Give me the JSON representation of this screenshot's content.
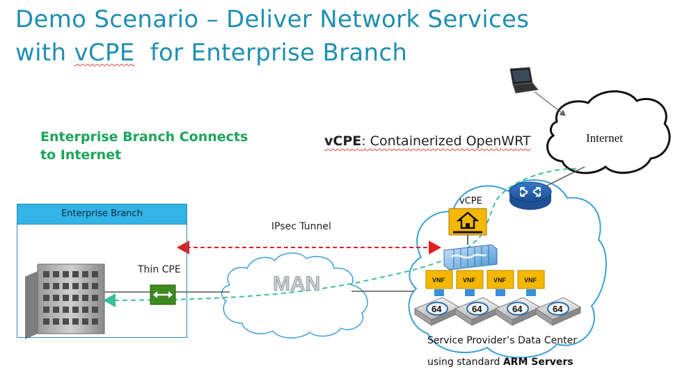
{
  "slide": {
    "title_line1": "Demo Scenario – Deliver Network Services",
    "title_line2_prefix": "with ",
    "title_line2_squiggle": "vCPE",
    "title_line2_suffix": "  for Enterprise Branch",
    "colors": {
      "title": "#1f8fb0",
      "green": "#1aa55a",
      "tunnel": "#e02020",
      "path": "#3bbf9a",
      "vnf": "#f5b800"
    }
  },
  "left": {
    "heading_line1": "Enterprise Branch Connects",
    "heading_line2": "to Internet"
  },
  "vcpe_caption": {
    "bold": "vCPE",
    "rest": ": Containerized OpenWRT"
  },
  "branch": {
    "header": "Enterprise Branch",
    "thin_cpe_label": "Thin CPE"
  },
  "network": {
    "ipsec_label": "IPsec Tunnel",
    "man_label": "MAN",
    "internet_label": "Internet"
  },
  "datacenter": {
    "vcpe_label": "vCPE",
    "vnf_labels": [
      "VNF",
      "VNF",
      "VNF",
      "VNF"
    ],
    "server_labels": [
      "64",
      "64",
      "64",
      "64"
    ],
    "caption_line1": "Service Provider’s Data Center",
    "caption_line2_prefix": "using standard ",
    "caption_line2_bold": "ARM Servers"
  },
  "icons": [
    "laptop-icon",
    "router-icon",
    "building-icon",
    "thin-cpe-icon",
    "home-icon",
    "container-icon",
    "server-icon"
  ]
}
